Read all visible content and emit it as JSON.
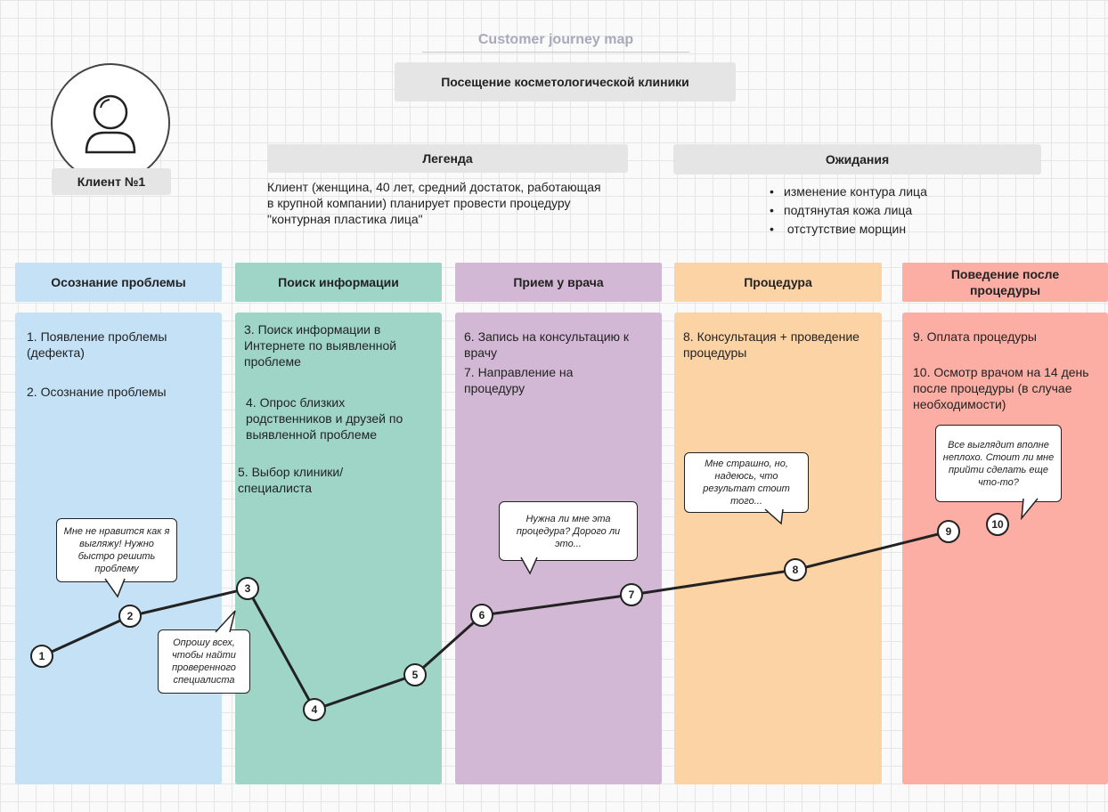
{
  "header": {
    "title": "Customer journey map",
    "subtitle": "Посещение косметологической клиники"
  },
  "client": {
    "label": "Клиент №1",
    "icon": "user-icon"
  },
  "legend": {
    "heading": "Легенда",
    "text": "Клиент (женщина, 40 лет, средний достаток, работающая в крупной компании) планирует провести процедуру \"контурная пластика лица\""
  },
  "expectations": {
    "heading": "Ожидания",
    "items": [
      "изменение контура лица",
      "подтянутая кожа лица",
      " отстутствие морщин"
    ]
  },
  "stages": [
    {
      "title": "Осознание проблемы",
      "head_color": "#c4e1f5",
      "col_color": "#c4e1f5",
      "steps": [
        "1. Появление проблемы (дефекта)",
        "2. Осознание проблемы"
      ]
    },
    {
      "title": "Поиск информации",
      "head_color": "#9fd5c7",
      "col_color": "#9fd5c7",
      "steps": [
        "3.  Поиск информации в Интернете по выявленной проблеме",
        "4. Опрос близких родственников и друзей по выявленной проблеме",
        "5. Выбор клиники/специалиста"
      ]
    },
    {
      "title": "Прием у врача",
      "head_color": "#d3b8d6",
      "col_color": "#d3b8d6",
      "steps": [
        "6. Запись на консультацию к врачу",
        "7. Направление на процедуру"
      ]
    },
    {
      "title": "Процедура",
      "head_color": "#fbd3a5",
      "col_color": "#fbd3a5",
      "steps": [
        "8. Консультация + проведение процедуры"
      ]
    },
    {
      "title": "Поведение после процедуры",
      "head_color": "#fcaea4",
      "col_color": "#fcaea4",
      "steps": [
        "9. Оплата процедуры",
        "10. Осмотр врачом на 14 день после процедуры (в случае необходимости)"
      ]
    }
  ],
  "bubbles": [
    "Мне не нравится как я выгляжу! Нужно быстро решить проблему",
    "Опрошу всех, чтобы найти проверенного специалиста",
    "Нужна ли мне эта процедура? Дорого ли это...",
    "Мне страшно, но, надеюсь, что результат стоит того...",
    "Все выглядит вполне неплохо. Стоит ли мне прийти сделать еще что-то?"
  ],
  "journey_points": [
    "1",
    "2",
    "3",
    "4",
    "5",
    "6",
    "7",
    "8",
    "9",
    "10"
  ]
}
